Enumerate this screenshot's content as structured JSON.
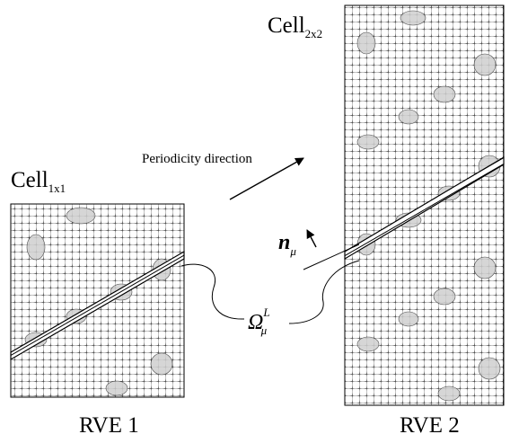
{
  "labels": {
    "cell1_main": "Cell",
    "cell1_sub": "1x1",
    "cell2_main": "Cell",
    "cell2_sub": "2x2",
    "periodicity": "Periodicity direction",
    "normal_main": "n",
    "normal_sub": "μ",
    "omega_main": "Ω",
    "omega_sub": "μ",
    "omega_sup": "L",
    "rve1": "RVE 1",
    "rve2": "RVE 2"
  },
  "colors": {
    "mesh": "#2a2a2a",
    "band": "#000000",
    "background": "#ffffff"
  }
}
